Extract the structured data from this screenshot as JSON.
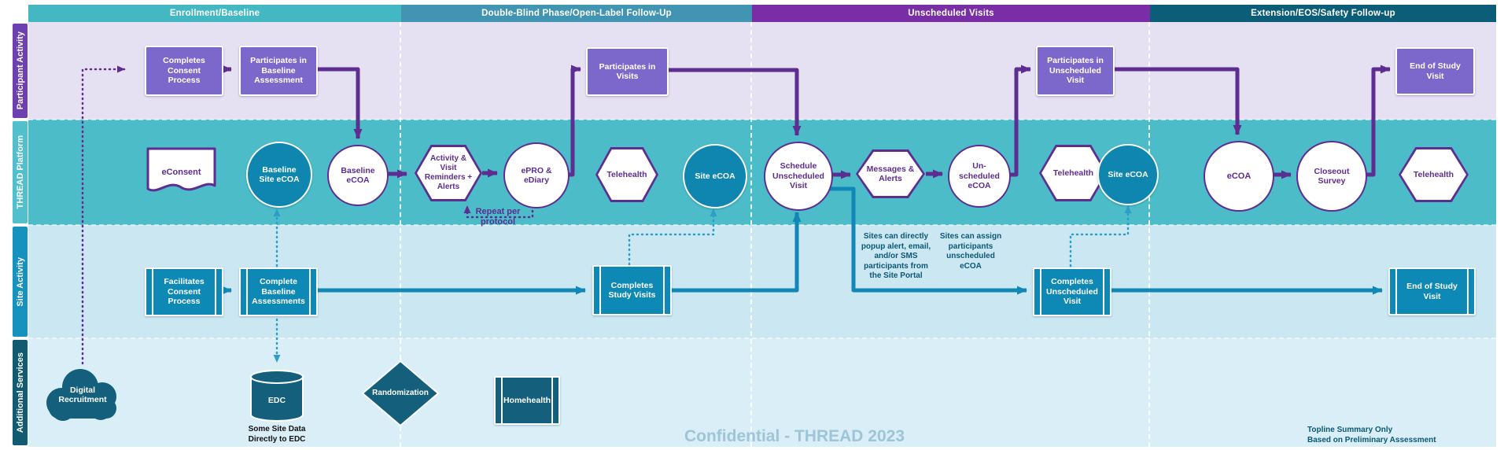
{
  "phases": [
    {
      "label": "Enrollment/Baseline",
      "color": "#43B7C2"
    },
    {
      "label": "Double-Blind Phase/Open-Label Follow-Up",
      "color": "#4295B2"
    },
    {
      "label": "Unscheduled Visits",
      "color": "#7A2EA5"
    },
    {
      "label": "Extension/EOS/Safety Follow-up",
      "color": "#0B5D78"
    }
  ],
  "lanes": [
    {
      "label": "Participant Activity",
      "label_color": "#6D40B0",
      "bg": "#E5E1F2"
    },
    {
      "label": "THREAD Platform",
      "label_color": "#52C0CC",
      "bg": "#4BBCC8"
    },
    {
      "label": "Site Activity",
      "label_color": "#1791BE",
      "bg": "#CBE7F2"
    },
    {
      "label": "Additional Services",
      "label_color": "#125A70",
      "bg": "#D9EEF6"
    }
  ],
  "nodes": {
    "completes_consent": {
      "label": "Completes\nConsent\nProcess"
    },
    "participates_baseline": {
      "label": "Participates in\nBaseline\nAssessment"
    },
    "participates_visits": {
      "label": "Participates in\nVisits"
    },
    "participates_unscheduled": {
      "label": "Participates in\nUnscheduled\nVisit"
    },
    "end_of_study_participant": {
      "label": "End of Study\nVisit"
    },
    "econsent": {
      "label": "eConsent"
    },
    "baseline_site_ecoa": {
      "label": "Baseline\nSite eCOA"
    },
    "baseline_ecoa": {
      "label": "Baseline\neCOA"
    },
    "activity_reminders": {
      "label": "Activity &\nVisit\nReminders +\nAlerts"
    },
    "epro_ediary": {
      "label": "ePRO &\neDiary"
    },
    "telehealth_db": {
      "label": "Telehealth"
    },
    "site_ecoa_db": {
      "label": "Site eCOA"
    },
    "schedule_unscheduled": {
      "label": "Schedule\nUnscheduled\nVisit"
    },
    "messages_alerts": {
      "label": "Messages &\nAlerts"
    },
    "unscheduled_ecoa": {
      "label": "Un-\nscheduled\neCOA"
    },
    "telehealth_unscheduled": {
      "label": "Telehealth"
    },
    "site_ecoa_unscheduled": {
      "label": "Site eCOA"
    },
    "ecoa_extension": {
      "label": "eCOA"
    },
    "closeout_survey": {
      "label": "Closeout\nSurvey"
    },
    "telehealth_extension": {
      "label": "Telehealth"
    },
    "facilitates_consent": {
      "label": "Facilitates\nConsent\nProcess"
    },
    "complete_baseline": {
      "label": "Complete\nBaseline\nAssessments"
    },
    "completes_study_visits": {
      "label": "Completes\nStudy Visits"
    },
    "completes_unscheduled": {
      "label": "Completes\nUnscheduled\nVisit"
    },
    "end_of_study_site": {
      "label": "End of Study\nVisit"
    },
    "digital_recruitment": {
      "label": "Digital\nRecruitment"
    },
    "edc": {
      "label": "EDC"
    },
    "randomization": {
      "label": "Randomization"
    },
    "homehealth": {
      "label": "Homehealth"
    }
  },
  "annotations": {
    "repeat_protocol": "Repeat per\nprotocol",
    "site_popup": "Sites can directly\npopup alert, email,\nand/or SMS\nparticipants from\nthe Site Portal",
    "site_assign": "Sites can assign\nparticipants\nunscheduled\neCOA",
    "edc_note": "Some Site Data\nDirectly to EDC",
    "topline": "Topline Summary Only\nBased on Preliminary Assessment",
    "watermark": "Confidential - THREAD 2023"
  },
  "colors": {
    "purple_accent": "#5D2D91",
    "purple_box": "#7C68CA",
    "teal_arrow": "#1187B7",
    "teal_dotted": "#2C9EC7",
    "dark_circle": "#0E86B0",
    "site_box": "#0E89B6",
    "services_shape": "#14607C",
    "watermark_color": "#9EC4D7"
  }
}
